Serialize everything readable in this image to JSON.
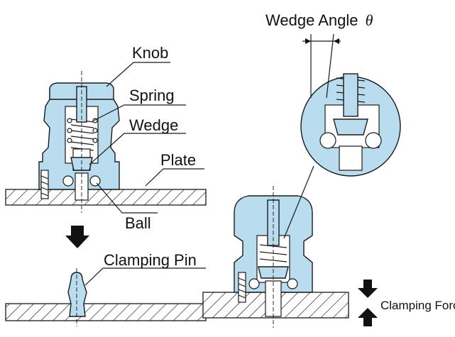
{
  "labels": {
    "knob": "Knob",
    "spring": "Spring",
    "wedge": "Wedge",
    "plate": "Plate",
    "ball": "Ball",
    "clamping_pin": "Clamping Pin",
    "wedge_angle": "Wedge Angle",
    "theta": "θ",
    "clamping_force": "Clamping Force"
  },
  "colors": {
    "body": "#b9dcee",
    "outline": "#1a1a1a",
    "arrow": "#111111"
  }
}
